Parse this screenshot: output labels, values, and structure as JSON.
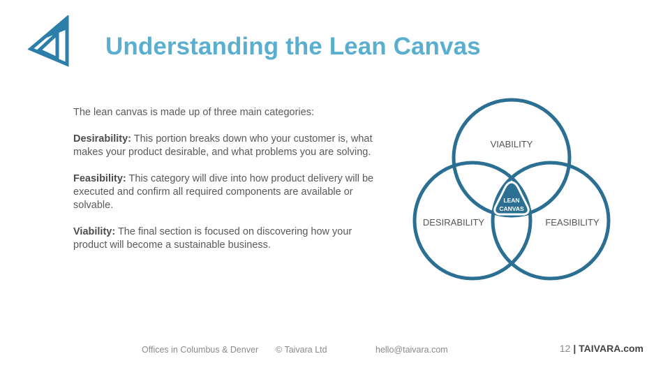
{
  "slide": {
    "title": "Understanding the Lean Canvas",
    "intro": "The lean canvas is made up of three main categories:",
    "sections": [
      {
        "heading": "Desirability:",
        "text": "This portion breaks down who your customer is, what makes your product desirable, and what problems you are solving."
      },
      {
        "heading": "Feasibility:",
        "text": "This category will dive into how product delivery will be executed and confirm all required components are available or solvable."
      },
      {
        "heading": "Viability:",
        "text": "The final section is focused on discovering how your product will become a sustainable business."
      }
    ]
  },
  "venn": {
    "labels": {
      "viability": "VIABILITY",
      "desirability": "DESIRABILITY",
      "feasibility": "FEASIBILITY",
      "center_line1": "LEAN",
      "center_line2": "CANVAS"
    },
    "circle_color": "#2b6f93"
  },
  "footer": {
    "offices": "Offices in Columbus & Denver",
    "copyright": "© Taivara Ltd",
    "email": "hello@taivara.com",
    "page_number": "12",
    "separator": "|",
    "brand": "TAIVARA.com"
  },
  "colors": {
    "title": "#5aafd0",
    "logo": "#2b7fa8"
  },
  "icons": {
    "logo": "taivara-logo-icon"
  }
}
